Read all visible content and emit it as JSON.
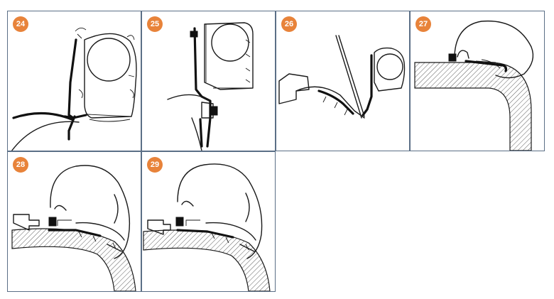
{
  "theme": {
    "badge_color": "#e8833a",
    "border_color": "#5b6f86"
  },
  "panels": [
    {
      "label": "24"
    },
    {
      "label": "25"
    },
    {
      "label": "26"
    },
    {
      "label": "27"
    },
    {
      "label": "28"
    },
    {
      "label": "29"
    }
  ]
}
